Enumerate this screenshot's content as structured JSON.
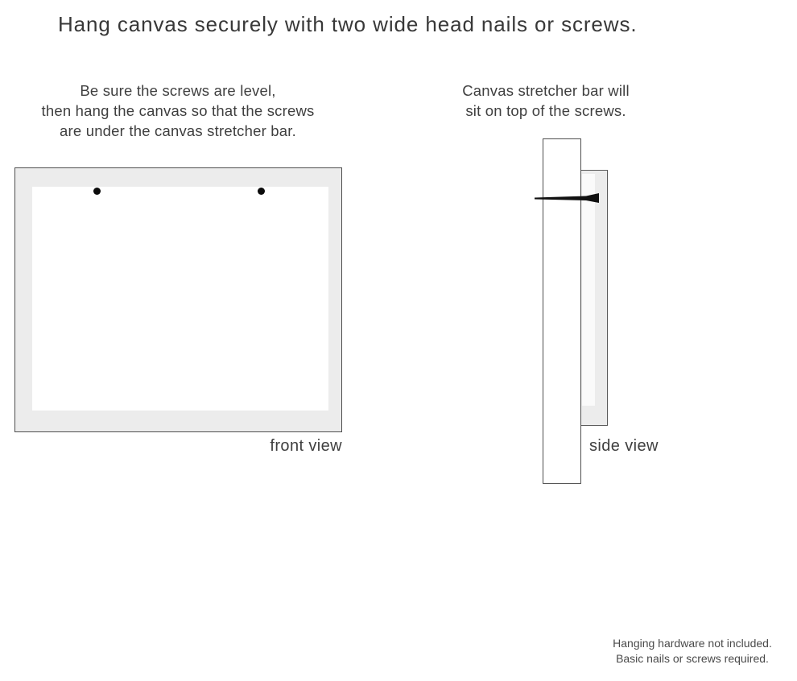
{
  "title": "Hang canvas securely with two wide head nails or screws.",
  "sections": {
    "front": {
      "instruction_lines": [
        "Be sure the screws are level,",
        "then hang the canvas so that the screws",
        "are under the canvas stretcher bar."
      ],
      "label": "front view",
      "screw_count": 2
    },
    "side": {
      "instruction_lines": [
        "Canvas stretcher bar will",
        "sit on top of the screws."
      ],
      "label": "side view"
    }
  },
  "footer": {
    "lines": [
      "Hanging hardware not included.",
      "Basic nails or screws required."
    ]
  },
  "icons": {
    "screw_dot": "filled-black-circle",
    "nail": "horizontal-nail-head-right"
  },
  "colors": {
    "background": "#ffffff",
    "canvas_fill": "#ececec",
    "outline": "#4e4e4e",
    "text": "#3f3f3f",
    "nail_black": "#111111"
  }
}
